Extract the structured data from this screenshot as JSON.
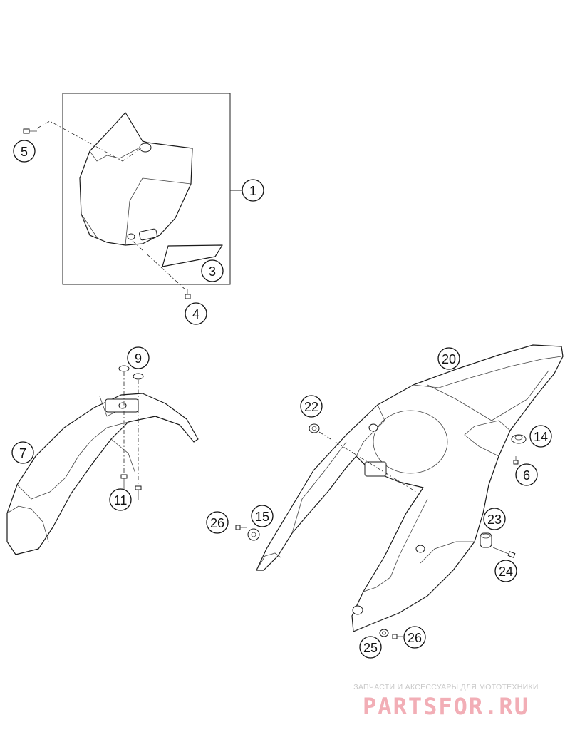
{
  "callouts": {
    "c1": "1",
    "c3": "3",
    "c4": "4",
    "c5": "5",
    "c6": "6",
    "c7": "7",
    "c9": "9",
    "c11": "11",
    "c14": "14",
    "c15": "15",
    "c20": "20",
    "c22": "22",
    "c23": "23",
    "c24": "24",
    "c25": "25",
    "c26a": "26",
    "c26b": "26"
  },
  "watermark": {
    "tagline": "ЗАПЧАСТИ И АКСЕССУАРЫ ДЛЯ МОТОТЕХНИКИ",
    "brand": "PARTSFOR.RU"
  }
}
